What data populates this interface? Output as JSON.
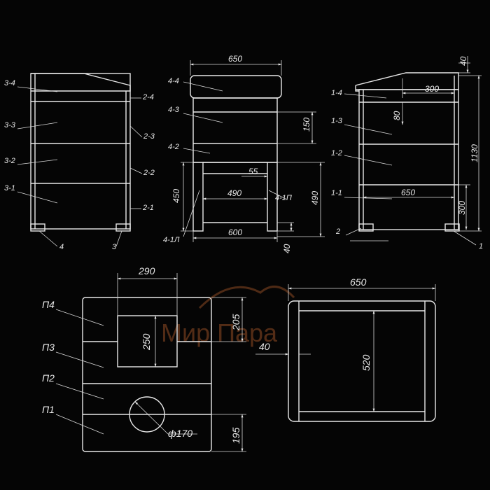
{
  "colors": {
    "background": "#050505",
    "lines": "#e8e8e8",
    "watermark": "#6e3a1c"
  },
  "watermark": {
    "text": "Мир Пара"
  },
  "left_view": {
    "labels": [
      "3-4",
      "3-3",
      "3-2",
      "3-1",
      "2-4",
      "2-3",
      "2-2",
      "2-1",
      "4",
      "3"
    ]
  },
  "front_view": {
    "labels": [
      "4-4",
      "4-3",
      "4-2",
      "4-1П",
      "4-1Л"
    ],
    "dims": [
      "650",
      "150",
      "55",
      "490",
      "450",
      "490",
      "600",
      "40"
    ]
  },
  "right_view": {
    "labels": [
      "1-4",
      "1-3",
      "1-2",
      "1-1",
      "2",
      "1"
    ],
    "dims": [
      "40",
      "300",
      "80",
      "1130",
      "650",
      "300"
    ]
  },
  "bottom_left": {
    "labels": [
      "П4",
      "П3",
      "П2",
      "П1"
    ],
    "dims": [
      "290",
      "250",
      "205",
      "195",
      "ф170"
    ]
  },
  "bottom_right": {
    "dims": [
      "650",
      "40",
      "520"
    ]
  }
}
